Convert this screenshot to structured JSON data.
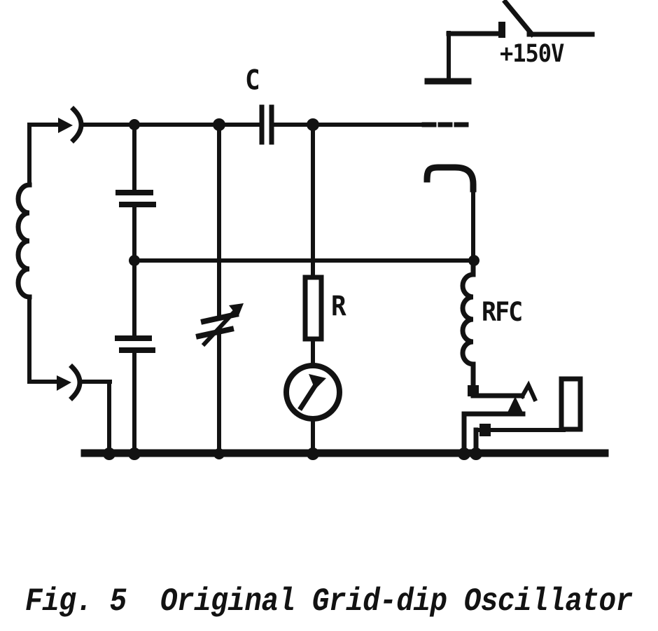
{
  "figure": {
    "caption": "Fig. 5  Original Grid-dip Oscillator",
    "number": "5",
    "title": "Original Grid-dip Oscillator"
  },
  "labels": {
    "supply": "+150V",
    "grid_capacitor": "C",
    "grid_resistor": "R",
    "rf_choke": "RFC"
  },
  "colors": {
    "ink": "#121212",
    "paper": "#ffffff"
  },
  "schematic": {
    "kind": "vacuum-tube grid-dip oscillator schematic (scanned line art)",
    "symbols": [
      "plug-in tank coil with plug-and-jack connectors",
      "two series fixed capacitors (tap to cathode)",
      "variable tuning capacitor with arrow",
      "grid coupling capacitor C",
      "grid leak resistor R",
      "grid-current meter (circle with needle)",
      "triode elements: plate bar, dashed grid, cathode hook",
      "RF choke RFC",
      "on-off switch to +150V supply",
      "filament/jack assembly with rectangular plug",
      "thick ground bus with junction dots"
    ]
  }
}
